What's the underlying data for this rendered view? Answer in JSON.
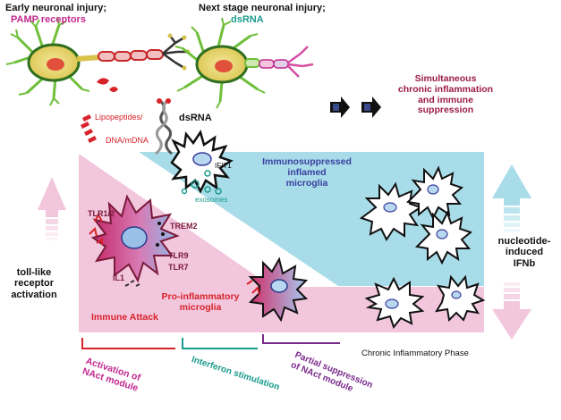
{
  "headings": {
    "early_line1": "Early neuronal injury;",
    "early_line2": "PAMP receptors",
    "next_line1": "Next stage neuronal injury;",
    "next_line2": "dsRNA"
  },
  "ligands": {
    "lipopeptides": "Lipopeptides/",
    "dna": "DNA/mDNA",
    "dsrna": "dsRNA"
  },
  "outcome": {
    "line1": "Simultaneous",
    "line2": "chronic inflammation",
    "line3": "and immune",
    "line4": "suppression"
  },
  "immunosuppressed": {
    "line1": "Immunosuppressed",
    "line2": "inflamed",
    "line3": "microglia",
    "ifit1": "IFIT1",
    "exosomes": "exosomes"
  },
  "proinflammatory": {
    "tlr12": "TLR1/2",
    "trem2": "TREM2",
    "tlr9": "TLR9",
    "tlr7": "TLR7",
    "il1": "IL1",
    "line1": "Pro-inflammatory",
    "line2": "microglia",
    "attack": "Immune Attack"
  },
  "left_axis": {
    "line1": "toll-like",
    "line2": "receptor",
    "line3": "activation"
  },
  "right_axis": {
    "line1": "nucleotide-",
    "line2": "induced",
    "line3": "IFNb"
  },
  "phase": "Chronic Inflammatory Phase",
  "stages": {
    "activation_line1": "Activation of",
    "activation_line2": "NAct module",
    "interferon": "Interferon stimulation",
    "partial_line1": "Partial suppression",
    "partial_line2": "of NAct module"
  },
  "colors": {
    "pink_band": "#f2c6dd",
    "blue_band": "#a8dce8",
    "magenta": "#c2288f",
    "teal": "#1b9b8c",
    "maroon": "#9b1b4b",
    "navy": "#3a3fa0",
    "red": "#d8232a",
    "purple": "#7a2a8c"
  }
}
